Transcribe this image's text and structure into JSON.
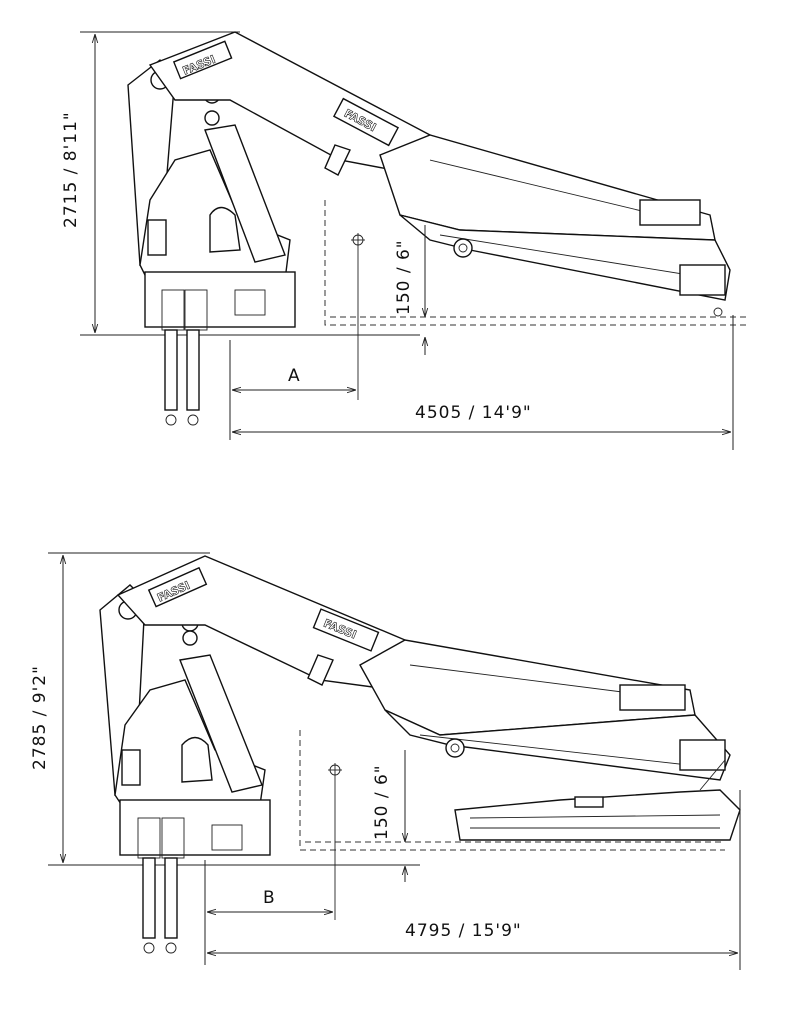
{
  "top_view": {
    "height_label": "2715 / 8'11\"",
    "clearance_label": "150 / 6\"",
    "distance_label": "A",
    "reach_label": "4505 / 14'9\"",
    "brand_logo": "FASSI"
  },
  "bottom_view": {
    "height_label": "2785 / 9'2\"",
    "clearance_label": "150 / 6\"",
    "distance_label": "B",
    "reach_label": "4795 / 15'9\"",
    "brand_logo": "FASSI"
  }
}
